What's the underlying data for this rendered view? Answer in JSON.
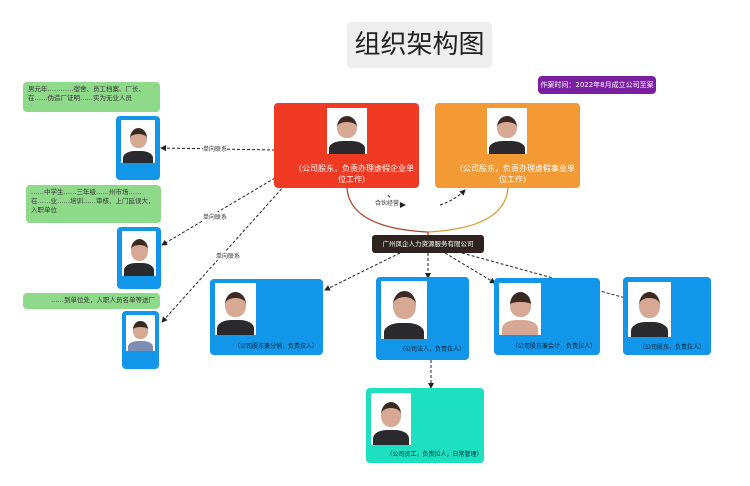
{
  "title": "组织架构图",
  "badge": "作案时间：2022年8月成立公司至案发",
  "company": "广州凤企人力资源服务有限公司",
  "shareholders": [
    {
      "role": "（公司股东，负责办理虚假企业单位工作）",
      "color": "#f03a24"
    },
    {
      "role": "（公司股东，负责办理虚假事业单位工作）",
      "color": "#f39a35"
    }
  ],
  "partner_label": "合伙经营",
  "staff": [
    {
      "role": "（公司股东兼分销，负责拉人）"
    },
    {
      "role": "（公司法人，负责拉人）"
    },
    {
      "role": "（公司股东兼会计，负责拉人）"
    },
    {
      "role": "（公司股东，负责拉人）"
    }
  ],
  "employee": {
    "role": "（公司员工，负责拉人，日常管理）",
    "color": "#1de0c0"
  },
  "contacts": [
    {
      "note": "男元年…………宿舍、员工档案、厂长、在……伪造厂证明……实为无业人员",
      "edge": "单向联系"
    },
    {
      "note": "……中学生……三年级……州市场……在……业……培训……审核、上门延误大，入职单位",
      "edge": "单向联系"
    },
    {
      "note": "……到单位处，入职人员名单等送厂",
      "edge": "单向联系"
    }
  ]
}
